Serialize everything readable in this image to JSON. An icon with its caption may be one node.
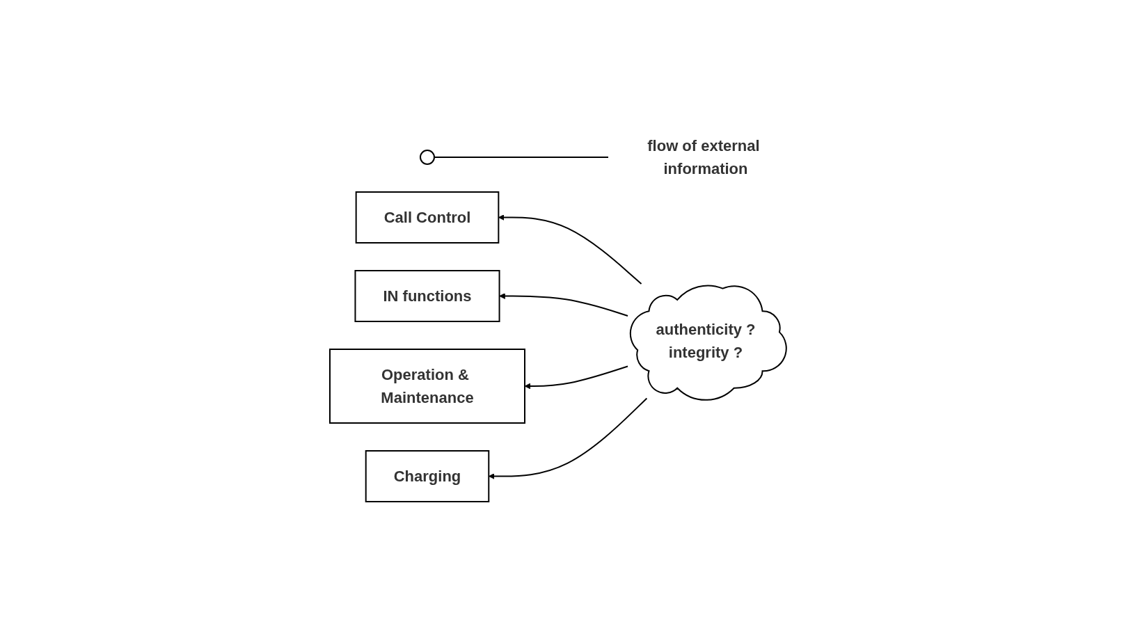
{
  "diagram": {
    "nodes": [
      {
        "text": [
          "Call Control"
        ]
      },
      {
        "text": [
          "IN functions"
        ]
      },
      {
        "text": [
          "Operation & Maintenance"
        ]
      },
      {
        "text": [
          "Charging"
        ]
      },
      {
        "text": [
          "flow of external information"
        ]
      },
      {
        "text": [],
        "shape": "ellipse"
      },
      {
        "text": [
          "authenticity ?",
          "integrity ?"
        ]
      }
    ],
    "edges": [
      {
        "from": 6,
        "to": 0,
        "arrow": "to"
      },
      {
        "from": 6,
        "to": 1,
        "arrow": "to"
      },
      {
        "from": 6,
        "to": 2,
        "arrow": "to"
      },
      {
        "from": 6,
        "to": 3,
        "arrow": "to"
      },
      {
        "from": 4,
        "to": 5,
        "arrow": "none"
      }
    ]
  }
}
